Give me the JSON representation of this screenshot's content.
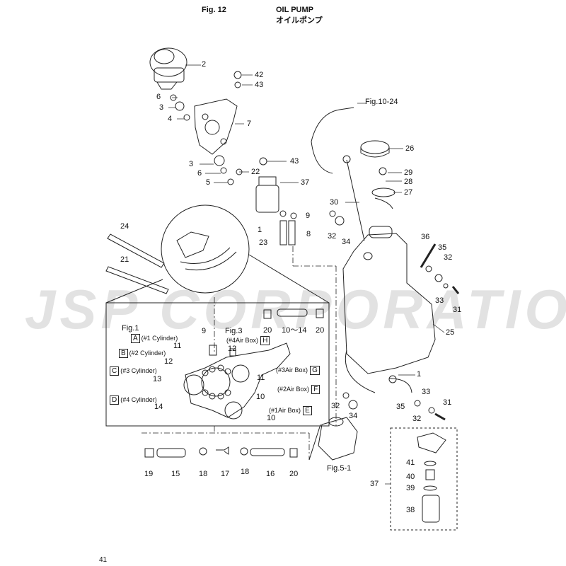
{
  "header": {
    "fig_label": "Fig. 12",
    "title_en": "OIL PUMP",
    "title_jp": "オイルポンプ"
  },
  "watermark": "JSP CORPORATION",
  "page_number": "41",
  "refs": {
    "fig10_24": "Fig.10-24",
    "fig5_1": "Fig.5-1",
    "fig1": "Fig.1",
    "fig3": "Fig.3"
  },
  "cylinders": [
    {
      "letter": "A",
      "text": "(#1 Cylinder)"
    },
    {
      "letter": "B",
      "text": "(#2 Cylinder)"
    },
    {
      "letter": "C",
      "text": "(#3 Cylinder)"
    },
    {
      "letter": "D",
      "text": "(#4 Cylinder)"
    }
  ],
  "airboxes": [
    {
      "letter": "H",
      "text": "(#4Air Box)"
    },
    {
      "letter": "G",
      "text": "(#3Air Box)"
    },
    {
      "letter": "F",
      "text": "(#2Air Box)"
    },
    {
      "letter": "E",
      "text": "(#1Air Box)"
    }
  ],
  "part_numbers": [
    "2",
    "42",
    "43",
    "6",
    "3",
    "4",
    "7",
    "43",
    "3",
    "6",
    "22",
    "5",
    "37",
    "9",
    "1",
    "8",
    "23",
    "24",
    "21",
    "26",
    "29",
    "28",
    "27",
    "30",
    "32",
    "34",
    "36",
    "35",
    "32",
    "33",
    "31",
    "25",
    "9",
    "12",
    "11",
    "12",
    "13",
    "14",
    "11",
    "10",
    "10",
    "20",
    "10～14",
    "20",
    "1",
    "33",
    "35",
    "31",
    "32",
    "32",
    "34",
    "19",
    "15",
    "18",
    "17",
    "18",
    "16",
    "20",
    "37",
    "41",
    "40",
    "39",
    "38"
  ]
}
